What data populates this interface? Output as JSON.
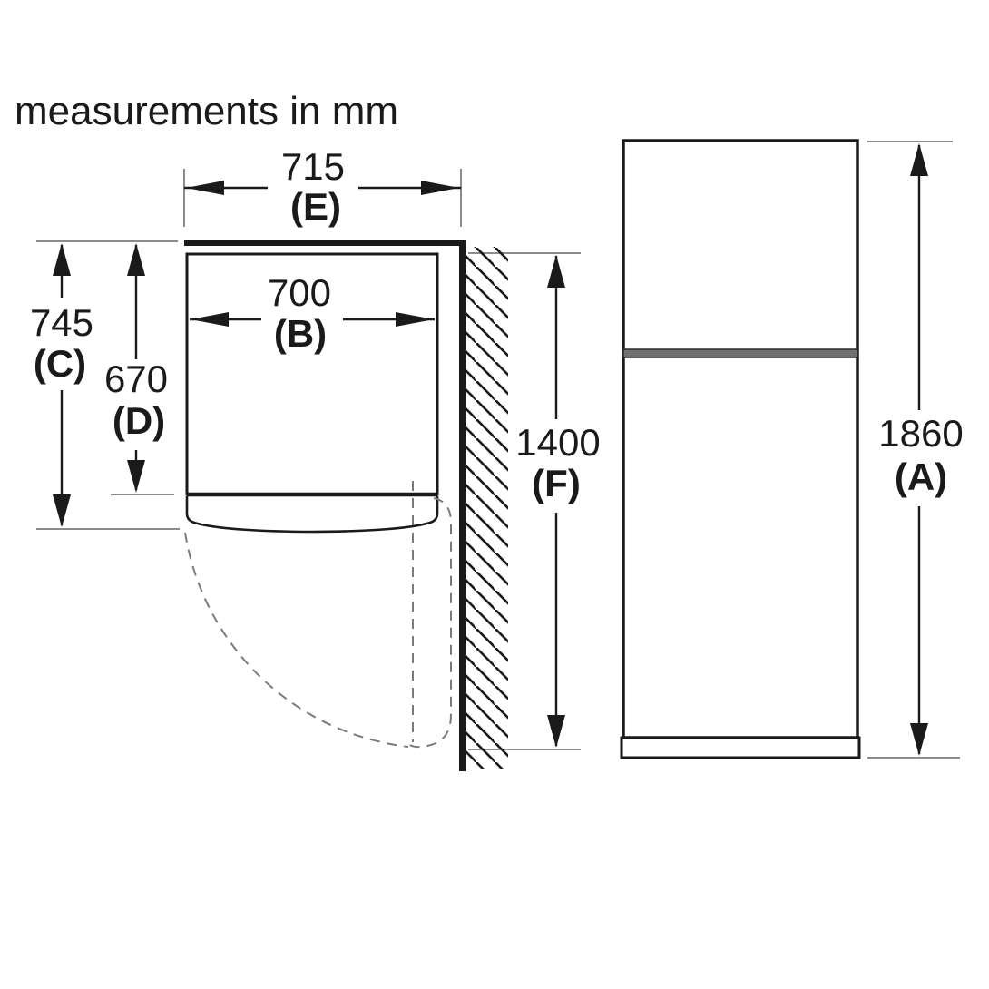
{
  "title": "measurements in mm",
  "colors": {
    "line": "#1a1a1a",
    "extension": "#8c8c8c",
    "dashed": "#7a7a7a",
    "divider_fill": "#707070",
    "base_fill": "#d3d3d3",
    "background": "#ffffff"
  },
  "top_view": {
    "dimensions": {
      "e": {
        "value": "715",
        "label": "(E)"
      },
      "b": {
        "value": "700",
        "label": "(B)"
      },
      "c": {
        "value": "745",
        "label": "(C)"
      },
      "d": {
        "value": "670",
        "label": "(D)"
      },
      "f": {
        "value": "1400",
        "label": "(F)"
      }
    }
  },
  "front_view": {
    "dimensions": {
      "a": {
        "value": "1860",
        "label": "(A)"
      }
    }
  }
}
